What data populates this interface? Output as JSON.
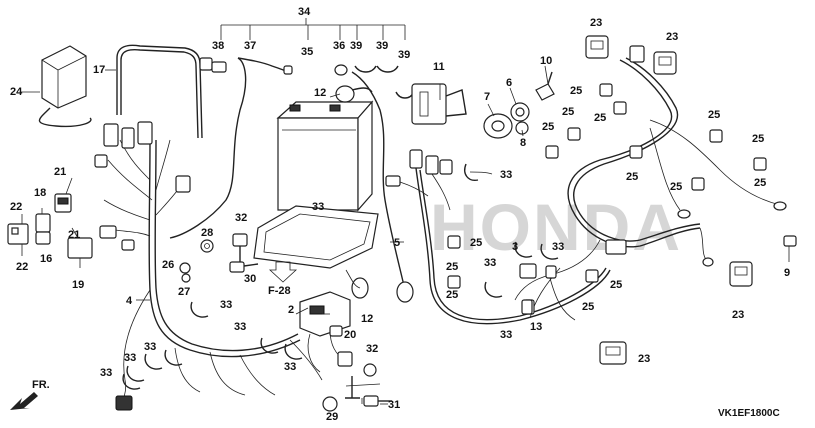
{
  "watermark": "HONDA",
  "diagram_code": "VK1EF1800C",
  "front_label": "FR.",
  "ref_label": "F-28",
  "labels": {
    "p2": "2",
    "p3": "3",
    "p4": "4",
    "p5": "5",
    "p6": "6",
    "p7": "7",
    "p8": "8",
    "p9": "9",
    "p10": "10",
    "p11": "11",
    "p12a": "12",
    "p12b": "12",
    "p13": "13",
    "p16": "16",
    "p17": "17",
    "p18": "18",
    "p19": "19",
    "p20": "20",
    "p21a": "21",
    "p21b": "21",
    "p22a": "22",
    "p22b": "22",
    "p23a": "23",
    "p23b": "23",
    "p23c": "23",
    "p23d": "23",
    "p24": "24",
    "p25a": "25",
    "p25b": "25",
    "p25c": "25",
    "p25d": "25",
    "p25e": "25",
    "p25f": "25",
    "p25g": "25",
    "p25h": "25",
    "p25i": "25",
    "p25j": "25",
    "p25k": "25",
    "p25l": "25",
    "p25m": "25",
    "p25n": "25",
    "p26": "26",
    "p27": "27",
    "p28": "28",
    "p29": "29",
    "p30": "30",
    "p31": "31",
    "p32a": "32",
    "p32b": "32",
    "p33a": "33",
    "p33b": "33",
    "p33c": "33",
    "p33d": "33",
    "p33e": "33",
    "p33f": "33",
    "p33g": "33",
    "p33h": "33",
    "p33i": "33",
    "p33j": "33",
    "p33k": "33",
    "p34": "34",
    "p35": "35",
    "p36": "36",
    "p37": "37",
    "p38": "38",
    "p39a": "39",
    "p39b": "39",
    "p39c": "39"
  }
}
